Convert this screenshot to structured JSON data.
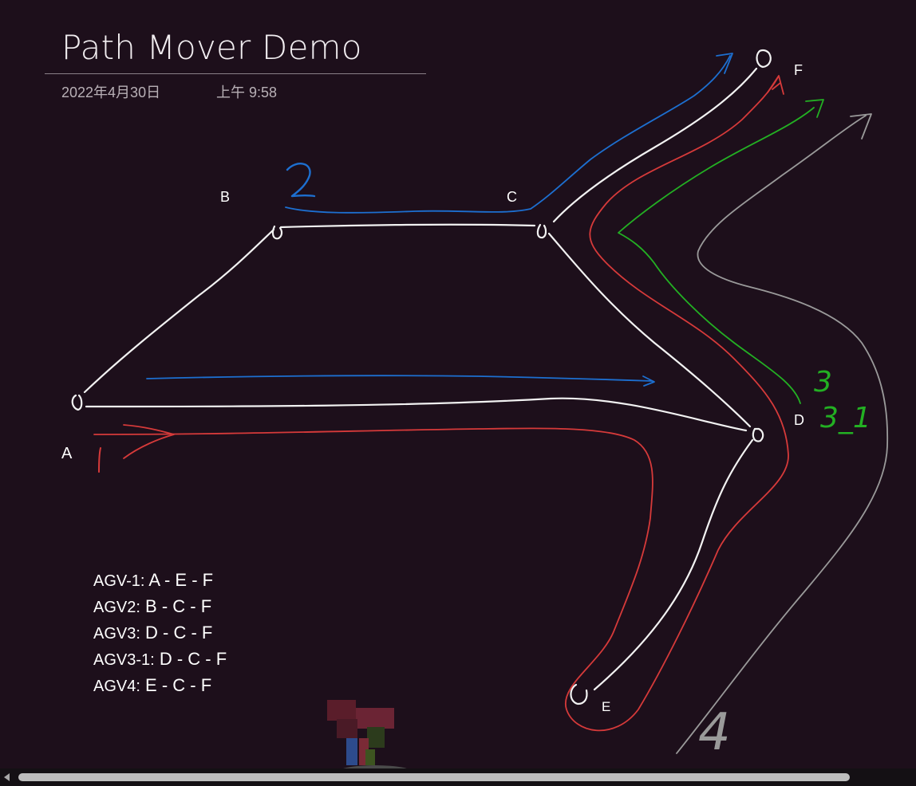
{
  "page": {
    "title": "Path Mover Demo",
    "date": "2022年4月30日",
    "time": "上午 9:58"
  },
  "diagram": {
    "nodes": {
      "A": "A",
      "B": "B",
      "C": "C",
      "D": "D",
      "E": "E",
      "F": "F"
    },
    "route_numbers": {
      "route_1": "1",
      "route_2": "2",
      "route_3": "3",
      "route_3_1": "3_1",
      "route_4": "4"
    }
  },
  "legend": [
    {
      "name": "AGV-1:",
      "route": "A - E - F"
    },
    {
      "name": "AGV2:",
      "route": "B - C - F"
    },
    {
      "name": "AGV3:",
      "route": "D - C - F"
    },
    {
      "name": "AGV3-1:",
      "route": "D - C - F"
    },
    {
      "name": "AGV4:",
      "route": "E - C - F"
    }
  ],
  "colors": {
    "background": "#1d0f1b",
    "track": "#f2f2f2",
    "route_1": "#d63a3a",
    "route_2": "#1d6fd0",
    "route_3": "#23b023",
    "route_4": "#9a9a9a"
  },
  "icons": {
    "scroll_left": "caret-left-icon",
    "ink_blob": "pixelated-cursor-artifact"
  }
}
